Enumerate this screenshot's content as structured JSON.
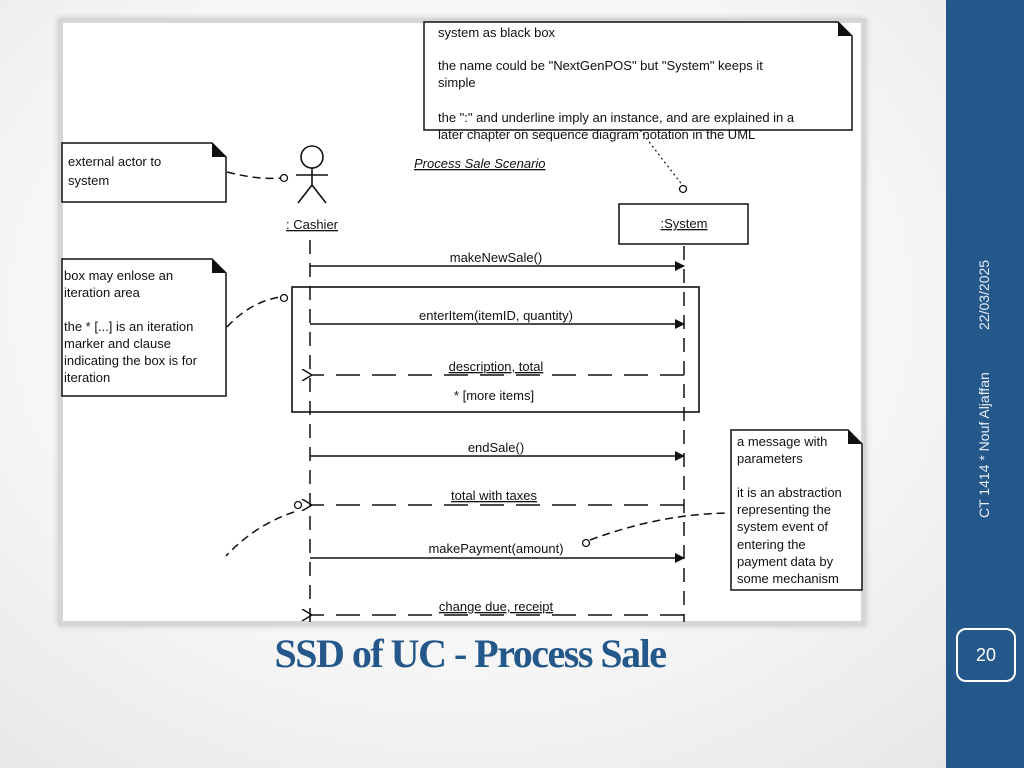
{
  "slide": {
    "title": "SSD of UC - Process Sale",
    "date": "22/03/2025",
    "footer": "CT 1414 * Nouf Aljaffan",
    "page_number": "20",
    "colors": {
      "accent": "#24578a",
      "title": "#24578a"
    }
  },
  "diagram": {
    "scenario_title": "Process Sale Scenario",
    "actor_label": ": Cashier",
    "system_label": ":System",
    "messages": {
      "make_new_sale": "makeNewSale()",
      "enter_item": "enterItem(itemID, quantity)",
      "description_total": "description, total",
      "more_items": "* [more items]",
      "end_sale": "endSale()",
      "total_with_taxes": "total with taxes",
      "make_payment": "makePayment(amount)",
      "change_due": "change due, receipt"
    },
    "notes": {
      "black_box": [
        "system as black box",
        "",
        "the name could be \"NextGenPOS\" but \"System\" keeps it",
        "simple",
        "",
        "the \":\" and underline imply an instance, and are explained in a",
        "later chapter on sequence diagram notation in the UML"
      ],
      "external_actor": [
        "external actor to",
        "system"
      ],
      "iteration": [
        "box may enlose an",
        "iteration area",
        "",
        "the * [...] is an iteration",
        "marker and clause",
        "indicating the box is for",
        "iteration"
      ],
      "message_params": [
        "a message with",
        "parameters",
        "",
        "it is an abstraction",
        "representing the",
        "system event of",
        "entering the",
        "payment data by",
        "some mechanism"
      ]
    }
  }
}
